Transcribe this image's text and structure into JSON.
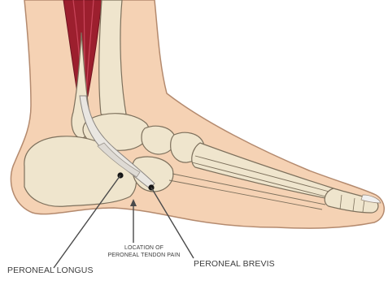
{
  "labels": {
    "peroneal_longus": "PERONEAL LONGUS",
    "peroneal_brevis": "PERONEAL BREVIS",
    "location_line1": "LOCATION OF",
    "location_line2": "PERONEAL  TENDON PAIN"
  },
  "colors": {
    "skin": "#f5d2b4",
    "skin_outline": "#b48a6e",
    "bone": "#efe5cd",
    "bone_outline": "#7d705c",
    "muscle": "#9c1f2e",
    "muscle_highlight": "#c9455a",
    "tendon": "#e9e6e1",
    "leader_line": "#4a4a4a",
    "text": "#3d3d3d"
  }
}
